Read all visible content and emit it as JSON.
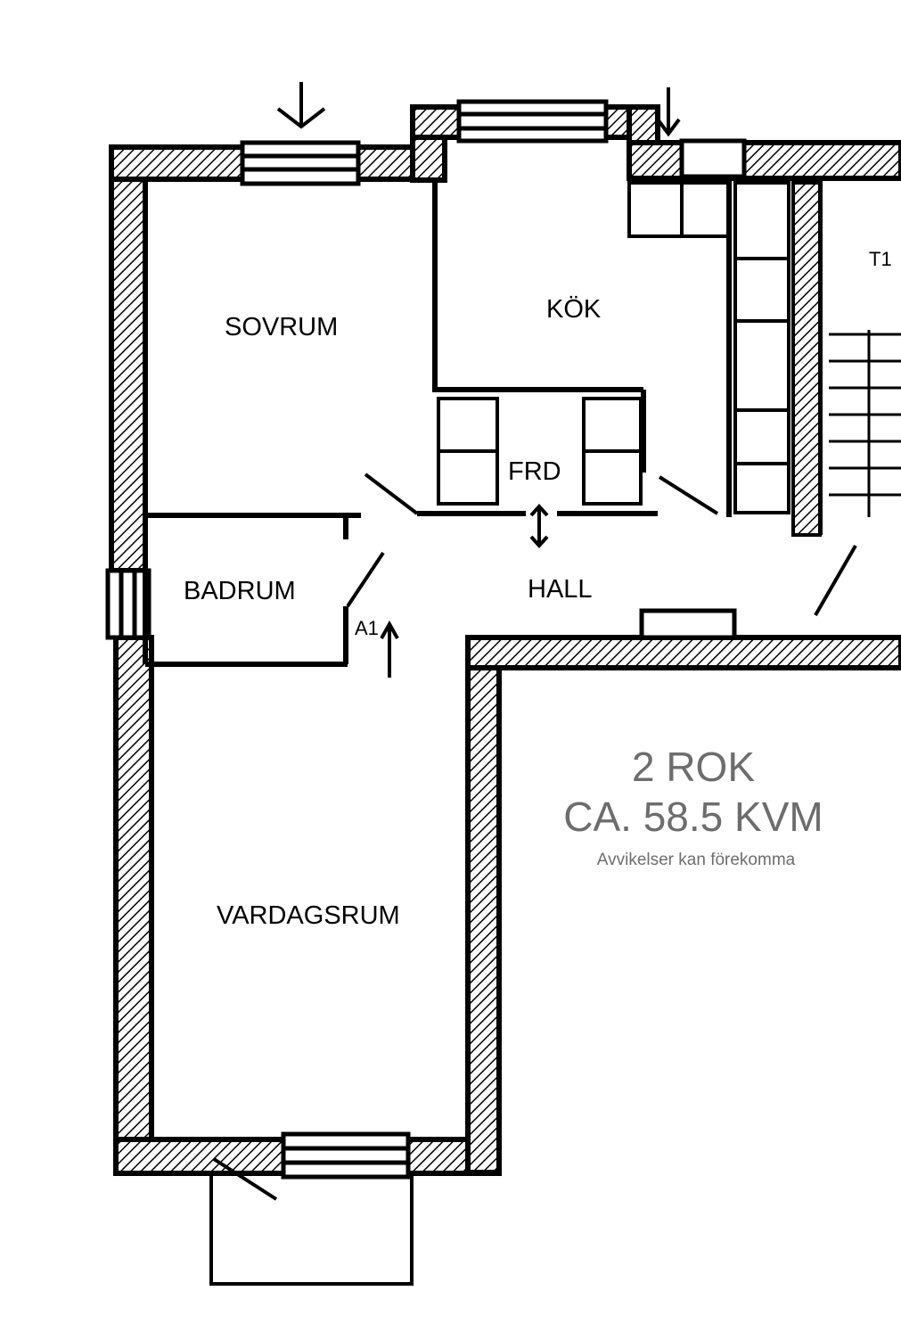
{
  "rooms": {
    "sovrum": "SOVRUM",
    "kok": "KÖK",
    "frd": "FRD",
    "badrum": "BADRUM",
    "hall": "HALL",
    "vardagsrum": "VARDAGSRUM"
  },
  "markers": {
    "stair_label": "T1",
    "door_mark": "A1"
  },
  "info": {
    "rooms_count": "2 ROK",
    "area": "CA. 58.5 KVM",
    "disclaimer": "Avvikelser kan förekomma"
  },
  "colors": {
    "wall": "#000000",
    "info_text": "#6d6d6d"
  }
}
